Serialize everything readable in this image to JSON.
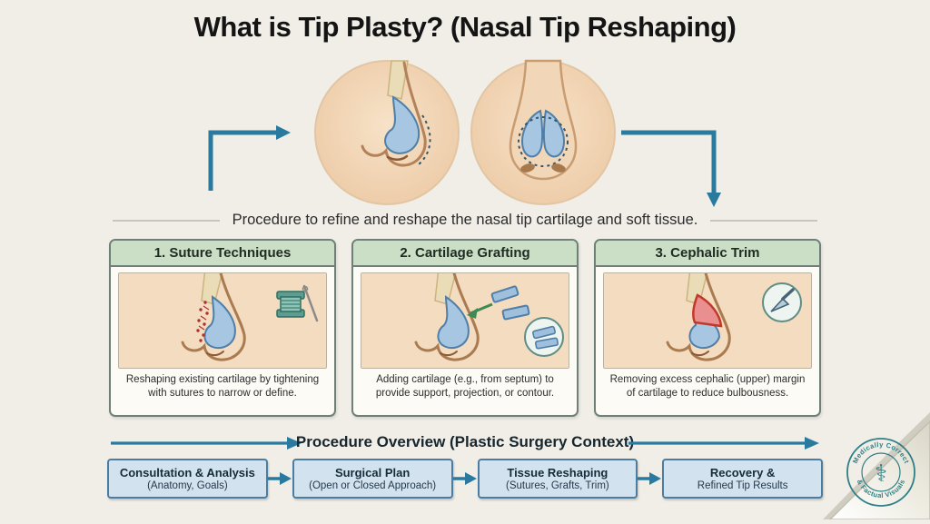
{
  "title": "What is Tip Plasty? (Nasal Tip Reshaping)",
  "subtitle": "Procedure to refine and reshape the nasal tip cartilage and soft tissue.",
  "cards": [
    {
      "heading": "1. Suture Techniques",
      "description": "Reshaping existing cartilage by tightening with sutures to narrow or define."
    },
    {
      "heading": "2. Cartilage Grafting",
      "description": "Adding cartilage (e.g., from septum) to provide support, projection, or contour."
    },
    {
      "heading": "3. Cephalic Trim",
      "description": "Removing excess cephalic (upper) margin of cartilage to reduce bulbousness."
    }
  ],
  "overview": {
    "title": "Procedure Overview (Plastic Surgery Context)",
    "steps": [
      {
        "title": "Consultation & Analysis",
        "subtitle": "(Anatomy, Goals)"
      },
      {
        "title": "Surgical Plan",
        "subtitle": "(Open or Closed Approach)"
      },
      {
        "title": "Tissue Reshaping",
        "subtitle": "(Sutures, Grafts, Trim)"
      },
      {
        "title": "Recovery &",
        "subtitle": "Refined Tip Results"
      }
    ]
  },
  "badge": {
    "top_text": "Medically Correct",
    "bottom_text": "& Factual Visuals",
    "symbol": "⚕"
  },
  "colors": {
    "background": "#f1eee7",
    "arrow": "#2a7aa0",
    "card_header_bg": "#cbdfc6",
    "card_border": "#6e8077",
    "flow_box_bg": "#d2e3ef",
    "flow_box_border": "#4b7da2",
    "skin": "#f4dcc0",
    "cartilage_blue": "#a6c6e2",
    "trim_red": "#e98f8f",
    "badge_teal": "#2e7f86"
  }
}
